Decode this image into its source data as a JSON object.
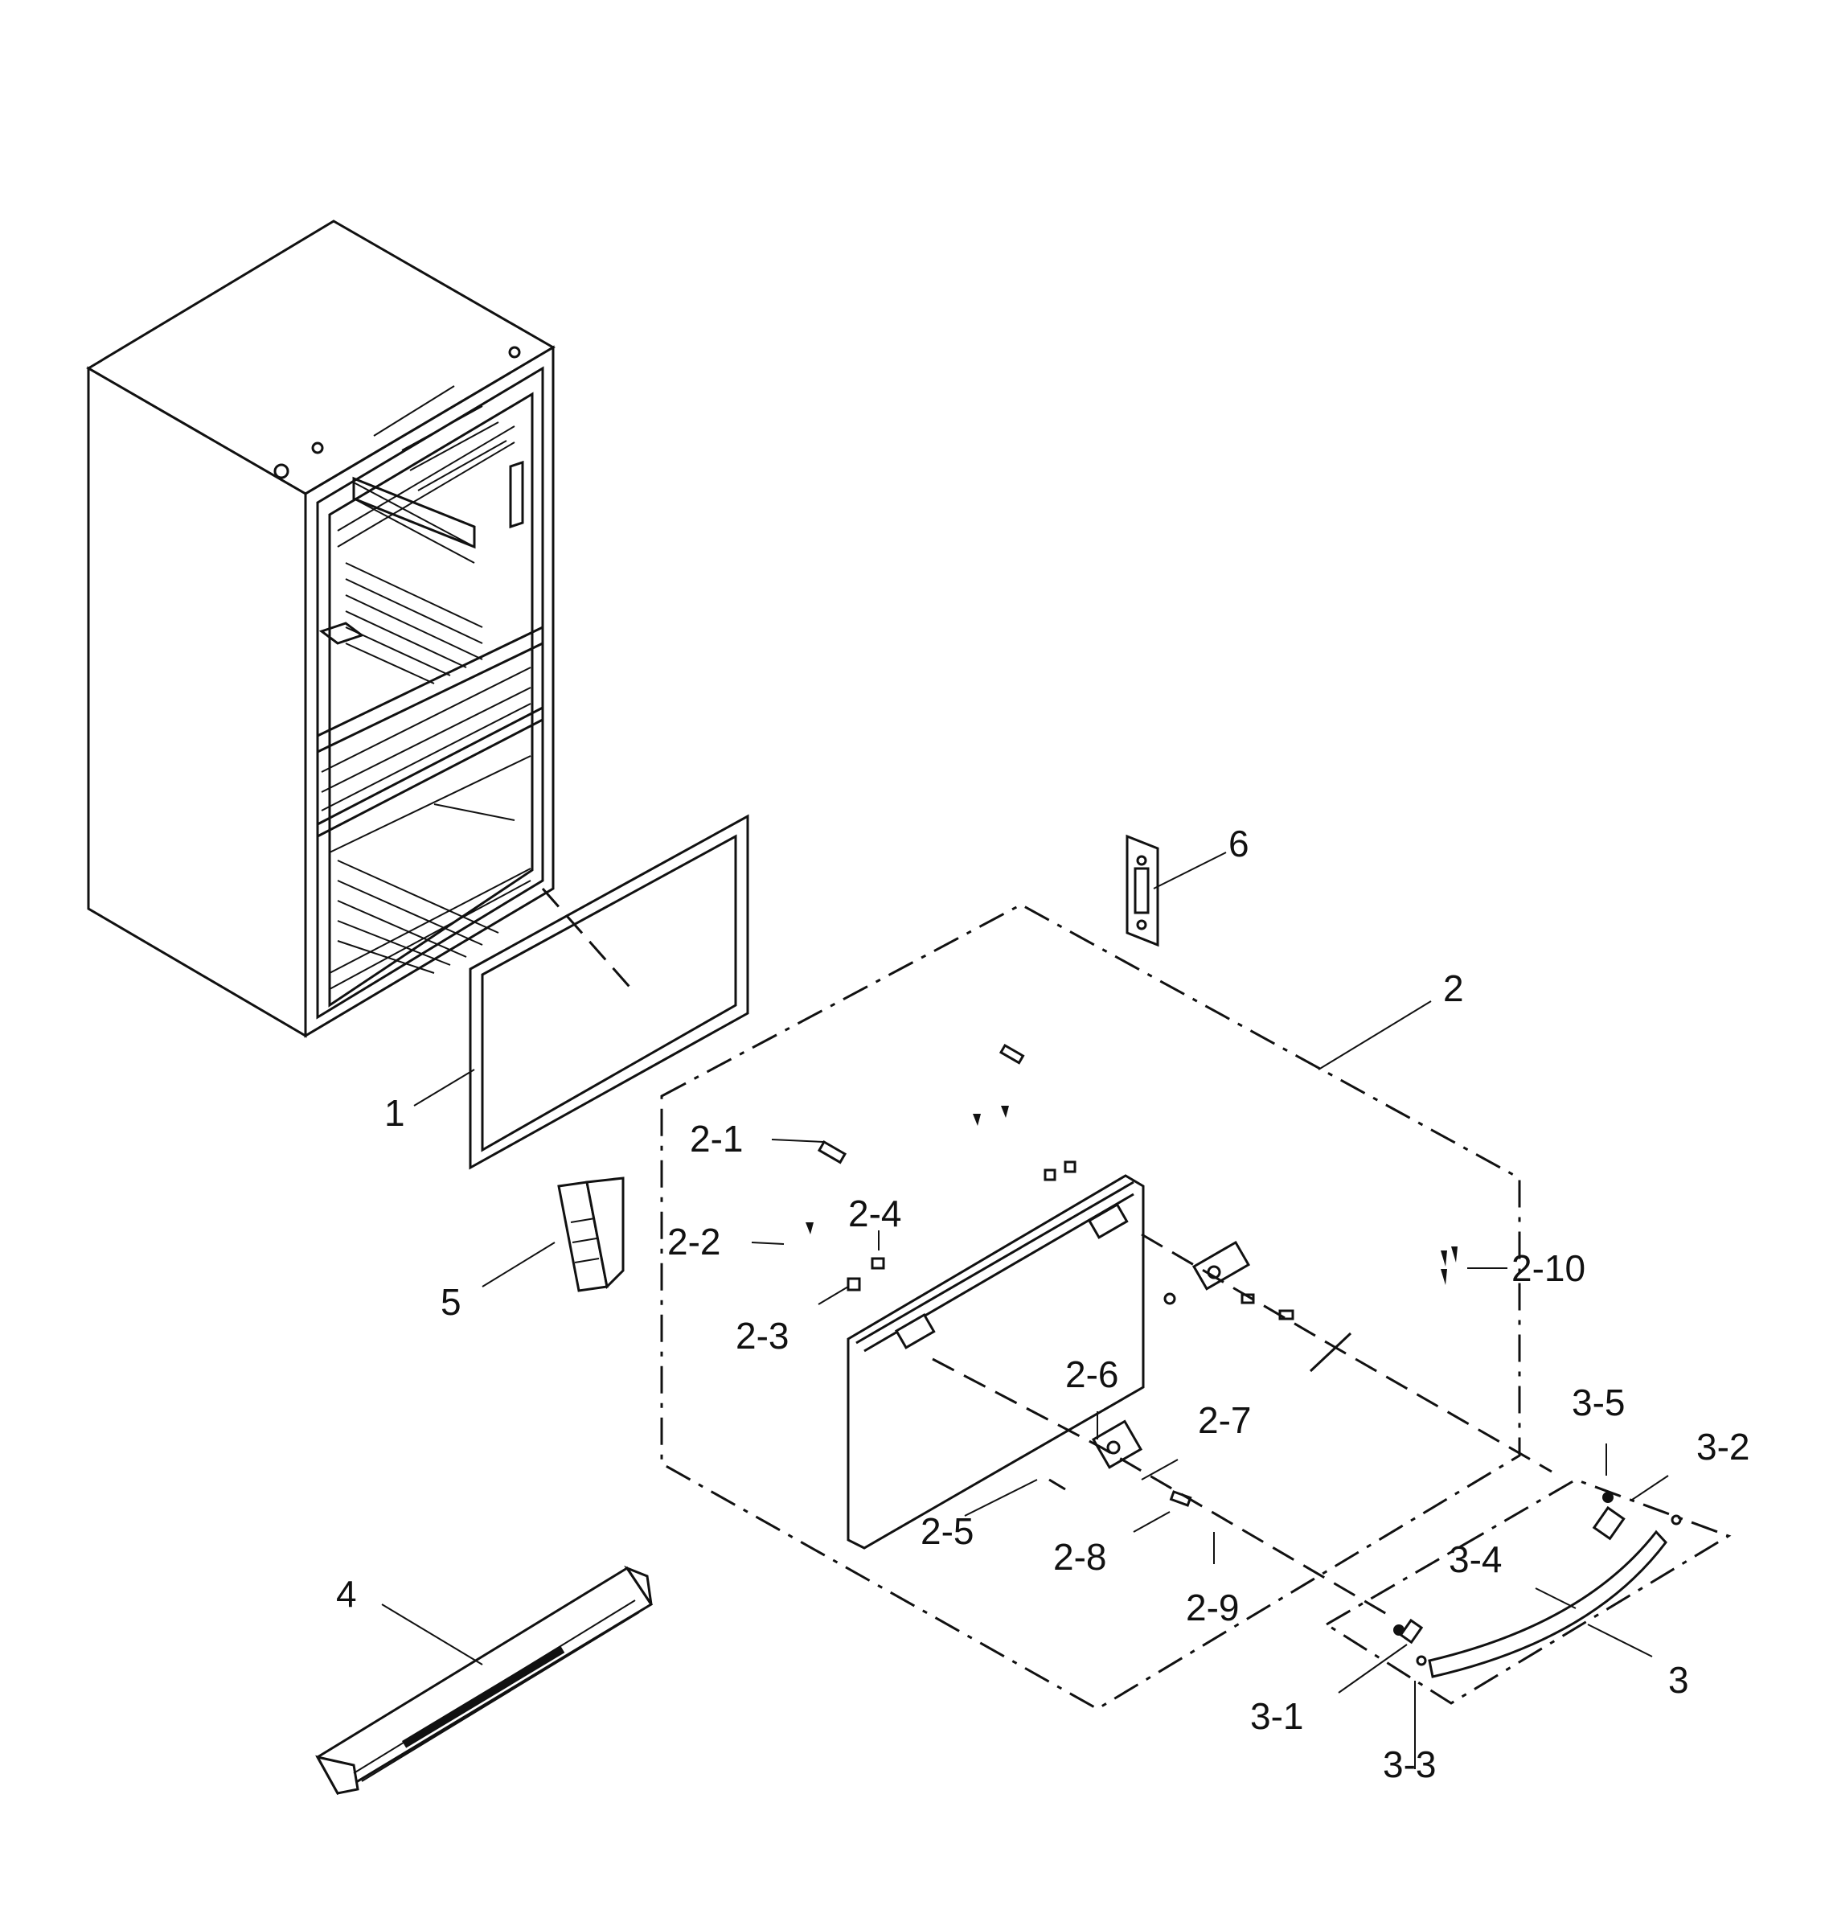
{
  "colors": {
    "line": "#111111",
    "background": "#ffffff"
  },
  "callouts": {
    "c1": "1",
    "c2": "2",
    "c2_1": "2-1",
    "c2_2": "2-2",
    "c2_3": "2-3",
    "c2_4": "2-4",
    "c2_5": "2-5",
    "c2_6": "2-6",
    "c2_7": "2-7",
    "c2_8": "2-8",
    "c2_9": "2-9",
    "c2_10": "2-10",
    "c3": "3",
    "c3_1": "3-1",
    "c3_2": "3-2",
    "c3_3": "3-3",
    "c3_4": "3-4",
    "c3_5": "3-5",
    "c4": "4",
    "c5": "5",
    "c6": "6"
  }
}
